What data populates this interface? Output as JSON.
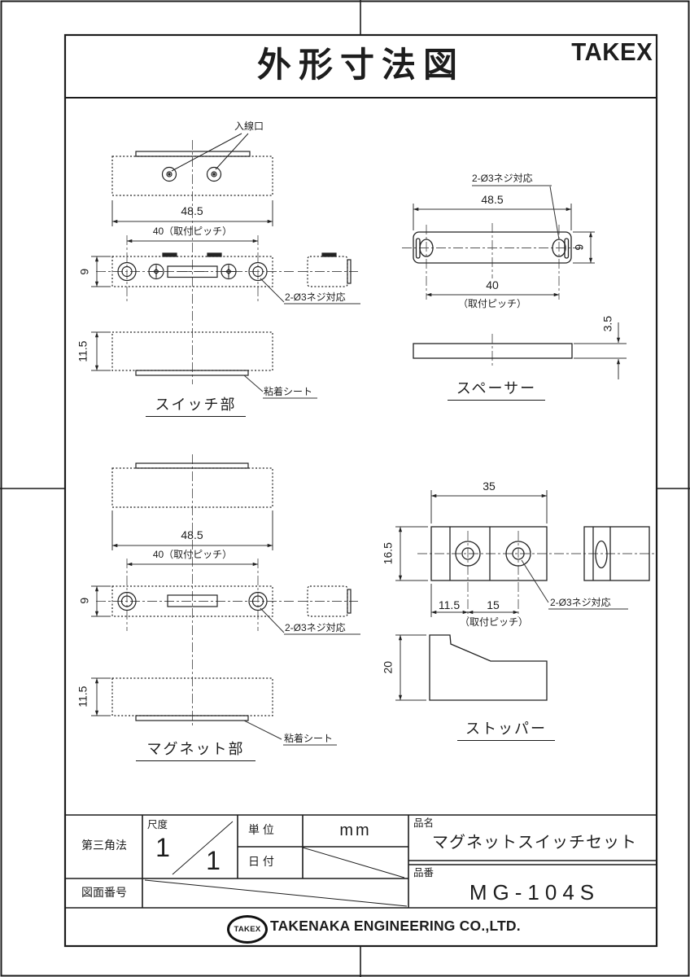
{
  "page": {
    "title": "外形寸法図",
    "brand": "TAKEX"
  },
  "views": {
    "switch": {
      "label": "スイッチ部",
      "callout_entry": "入線口",
      "callout_screw": "2-Ø3ネジ対応",
      "callout_adhesive": "粘着シート",
      "dim_width": "48.5",
      "dim_pitch": "40（取付ピッチ）",
      "dim_height": "9",
      "dim_thickness": "11.5"
    },
    "spacer": {
      "label": "スペーサー",
      "callout_screw": "2-Ø3ネジ対応",
      "dim_width": "48.5",
      "dim_pitch_value": "40",
      "dim_pitch_note": "（取付ピッチ）",
      "dim_height": "9",
      "dim_thickness": "3.5"
    },
    "magnet": {
      "label": "マグネット部",
      "callout_screw": "2-Ø3ネジ対応",
      "callout_adhesive": "粘着シート",
      "dim_width": "48.5",
      "dim_pitch": "40（取付ピッチ）",
      "dim_height": "9",
      "dim_thickness": "11.5"
    },
    "stopper": {
      "label": "ストッパー",
      "callout_screw": "2-Ø3ネジ対応",
      "dim_width": "35",
      "dim_height": "16.5",
      "dim_edge": "11.5",
      "dim_pitch_value": "15",
      "dim_pitch_note": "（取付ピッチ）",
      "dim_depth": "20"
    }
  },
  "title_block": {
    "projection": "第三角法",
    "scale_label": "尺度",
    "scale_num": "1",
    "scale_den": "1",
    "unit_label": "単 位",
    "unit_value": "mm",
    "date_label": "日 付",
    "name_label": "品名",
    "name_value": "マグネットスイッチセット",
    "number_label": "品番",
    "number_value": "MG-104S",
    "drawing_no_label": "図面番号"
  },
  "footer": {
    "logo": "TAKEX",
    "company": "TAKENAKA ENGINEERING CO.,LTD."
  }
}
